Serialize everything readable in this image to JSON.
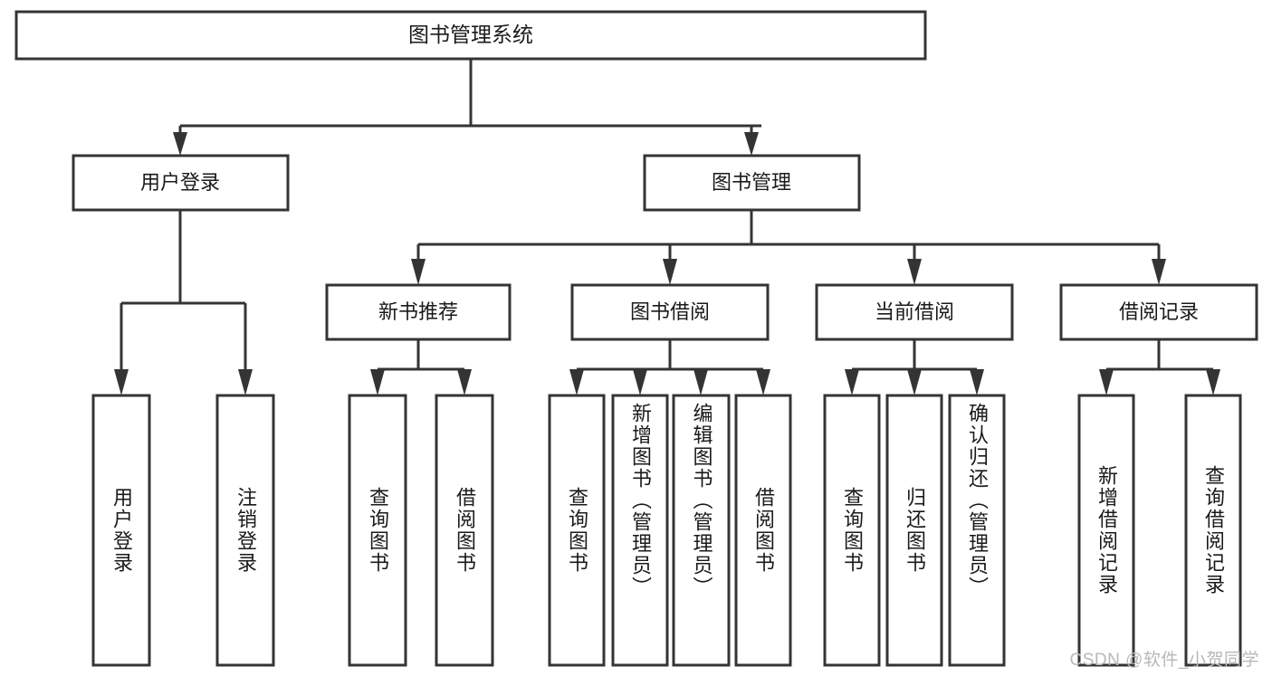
{
  "diagram": {
    "type": "hierarchy-tree",
    "title": "图书管理系统",
    "orientation": "top-down",
    "colors": {
      "box_stroke": "#343434",
      "box_fill": "#ffffff",
      "connector": "#343434",
      "text": "#1a1a1a",
      "watermark": "#b8b8b8",
      "background": "#ffffff"
    },
    "root": {
      "label": "图书管理系统"
    },
    "level2": [
      {
        "id": "user-login",
        "label": "用户登录"
      },
      {
        "id": "book-management",
        "label": "图书管理"
      }
    ],
    "level3": [
      {
        "id": "new-book-recommend",
        "label": "新书推荐",
        "parent": "book-management"
      },
      {
        "id": "book-borrow",
        "label": "图书借阅",
        "parent": "book-management"
      },
      {
        "id": "current-borrow",
        "label": "当前借阅",
        "parent": "book-management"
      },
      {
        "id": "borrow-record",
        "label": "借阅记录",
        "parent": "book-management"
      }
    ],
    "leaves": [
      {
        "id": "leaf-user-login",
        "label": "用户登录",
        "parent": "user-login"
      },
      {
        "id": "leaf-logout",
        "label": "注销登录",
        "parent": "user-login"
      },
      {
        "id": "leaf-query-book-1",
        "label": "查询图书",
        "parent": "new-book-recommend"
      },
      {
        "id": "leaf-borrow-book-1",
        "label": "借阅图书",
        "parent": "new-book-recommend"
      },
      {
        "id": "leaf-query-book-2",
        "label": "查询图书",
        "parent": "book-borrow"
      },
      {
        "id": "leaf-add-book",
        "label": "新增图书（管理员）",
        "parent": "book-borrow"
      },
      {
        "id": "leaf-edit-book",
        "label": "编辑图书（管理员）",
        "parent": "book-borrow"
      },
      {
        "id": "leaf-borrow-book-2",
        "label": "借阅图书",
        "parent": "book-borrow"
      },
      {
        "id": "leaf-query-book-3",
        "label": "查询图书",
        "parent": "current-borrow"
      },
      {
        "id": "leaf-return-book",
        "label": "归还图书",
        "parent": "current-borrow"
      },
      {
        "id": "leaf-confirm-return",
        "label": "确认归还（管理员）",
        "parent": "current-borrow"
      },
      {
        "id": "leaf-add-record",
        "label": "新增借阅记录",
        "parent": "borrow-record"
      },
      {
        "id": "leaf-query-record",
        "label": "查询借阅记录",
        "parent": "borrow-record"
      }
    ],
    "watermark": "CSDN @软件_小贺同学"
  }
}
